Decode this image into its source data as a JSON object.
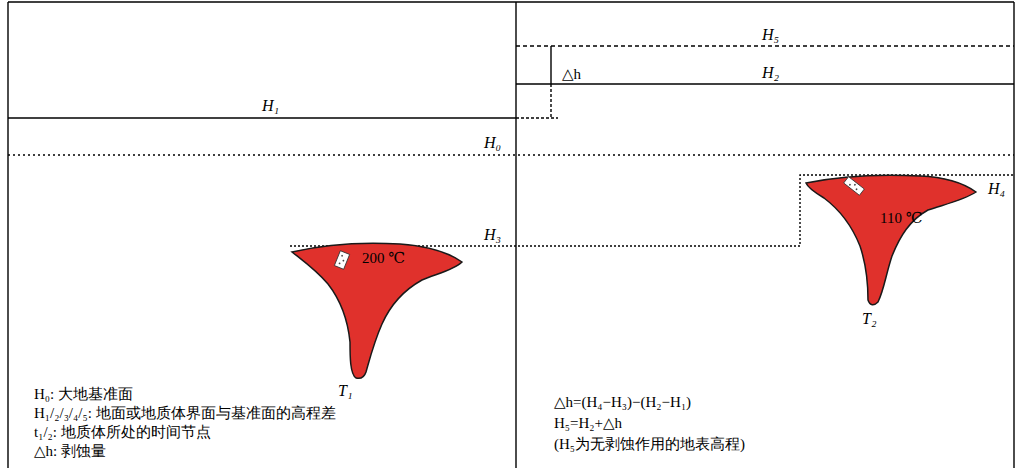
{
  "diagram": {
    "nodes": [
      {
        "text": [
          "200 ℃",
          "T₁"
        ]
      },
      {
        "text": [
          "110 ℃",
          "T₂"
        ]
      }
    ],
    "labels": [
      "H₅",
      "△h",
      "H₂",
      "H₁",
      "H₀",
      "H₃",
      "H₄",
      "H₀: 大地基准面",
      "H₁/₂/₃/₄/₅: 地面或地质体界面与基准面的高程差",
      "t₁/₂: 地质体所处的时间节点",
      "△h: 剥蚀量",
      "△h=(H₄−H₃)−(H₂−H₁)",
      "H₅=H₂+△h",
      "(H₅为无剥蚀作用的地表高程)"
    ]
  }
}
